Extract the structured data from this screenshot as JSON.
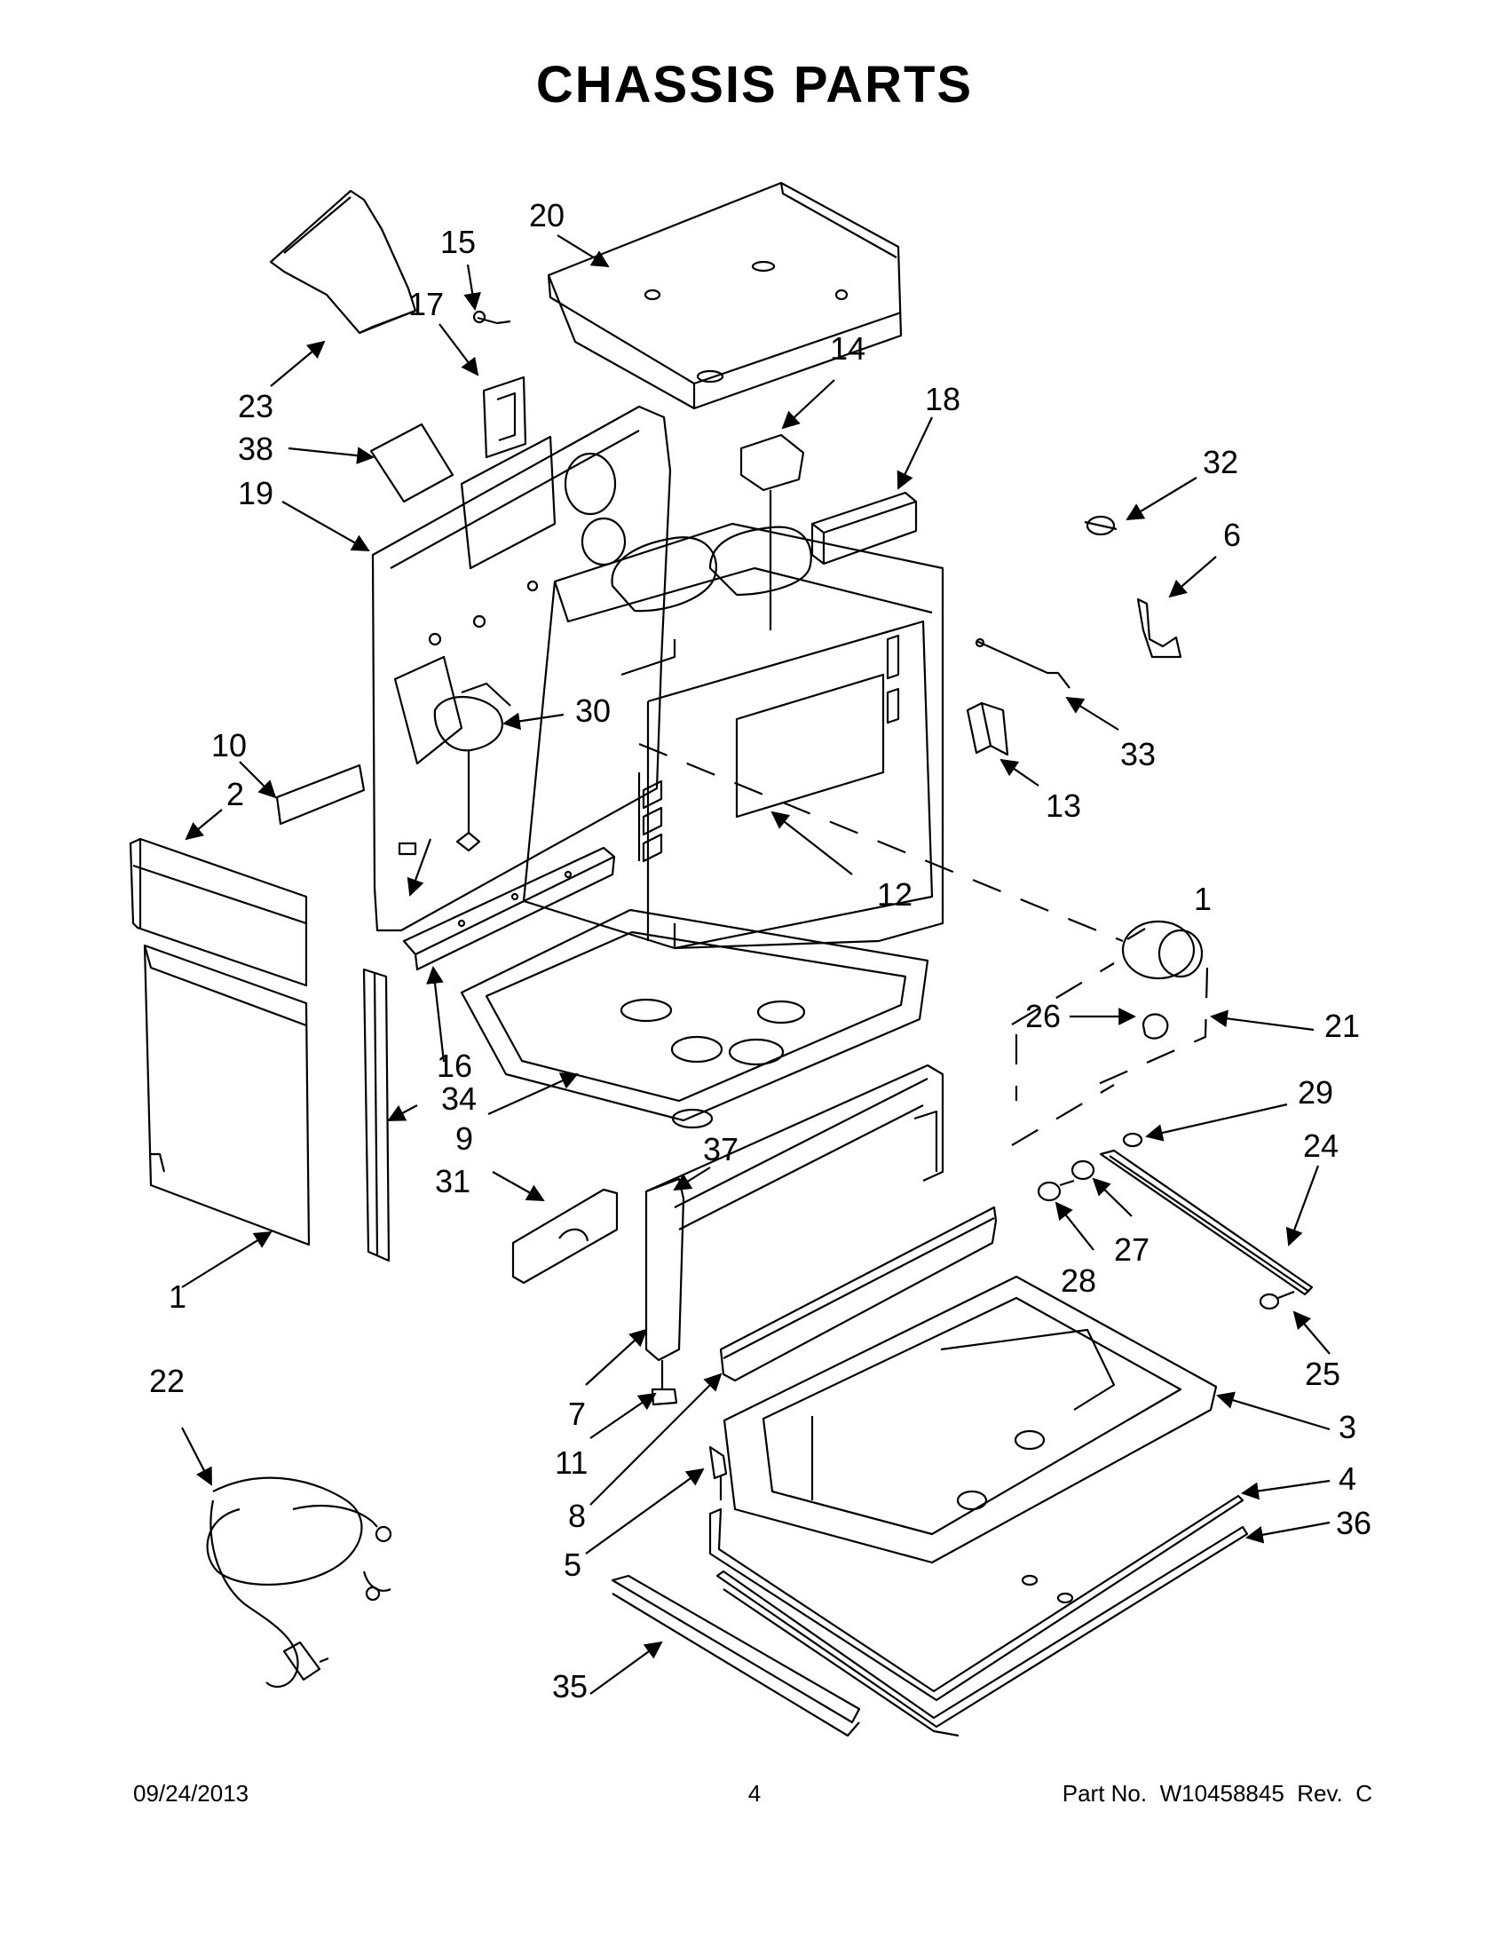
{
  "title": "CHASSIS PARTS",
  "footer": {
    "date": "09/24/2013",
    "page": "4",
    "part_no": "Part No.  W10458845  Rev.  C"
  },
  "callouts": [
    "1",
    "1",
    "2",
    "3",
    "4",
    "5",
    "6",
    "7",
    "8",
    "9",
    "10",
    "11",
    "12",
    "13",
    "14",
    "15",
    "16",
    "17",
    "18",
    "19",
    "20",
    "21",
    "22",
    "23",
    "24",
    "25",
    "26",
    "27",
    "28",
    "29",
    "30",
    "31",
    "32",
    "33",
    "34",
    "35",
    "36",
    "37",
    "38"
  ]
}
